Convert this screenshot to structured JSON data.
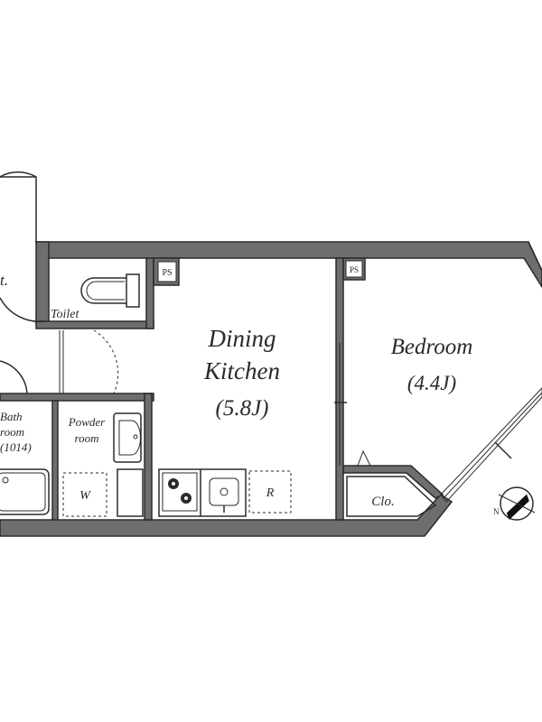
{
  "rooms": {
    "dining_kitchen": {
      "line1": "Dining",
      "line2": "Kitchen",
      "size": "(5.8J)"
    },
    "bedroom": {
      "line1": "Bedroom",
      "size": "(4.4J)"
    },
    "toilet": "Toilet",
    "powder_room": {
      "line1": "Powder",
      "line2": "room"
    },
    "bath_room": {
      "line1": "Bath",
      "line2": "room",
      "size": "(1014)"
    },
    "closet_partial": "t.",
    "closet": "Clo."
  },
  "fixtures": {
    "ps_left": "PS",
    "ps_right": "PS",
    "washer": "W",
    "refrigerator": "R"
  },
  "compass": {
    "north": "N"
  }
}
